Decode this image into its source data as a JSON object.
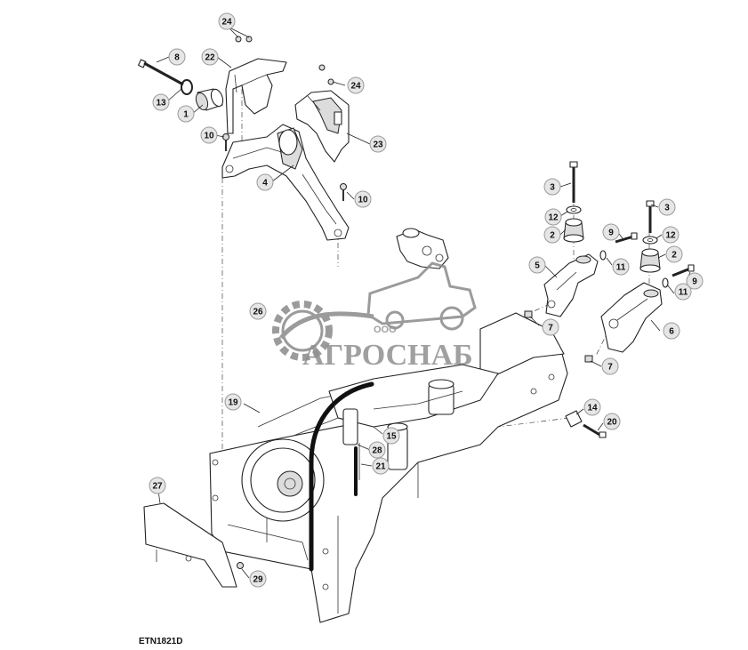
{
  "figure": {
    "code": "ETN1821D",
    "watermark": {
      "prefix": "ООО",
      "brand": "АГРОСНАБ"
    }
  },
  "callouts": [
    {
      "label": "24"
    },
    {
      "label": "8"
    },
    {
      "label": "22"
    },
    {
      "label": "24"
    },
    {
      "label": "13"
    },
    {
      "label": "1"
    },
    {
      "label": "23"
    },
    {
      "label": "10"
    },
    {
      "label": "4"
    },
    {
      "label": "10"
    },
    {
      "label": "3"
    },
    {
      "label": "12"
    },
    {
      "label": "3"
    },
    {
      "label": "2"
    },
    {
      "label": "9"
    },
    {
      "label": "12"
    },
    {
      "label": "5"
    },
    {
      "label": "11"
    },
    {
      "label": "2"
    },
    {
      "label": "11"
    },
    {
      "label": "9"
    },
    {
      "label": "26"
    },
    {
      "label": "7"
    },
    {
      "label": "6"
    },
    {
      "label": "7"
    },
    {
      "label": "19"
    },
    {
      "label": "14"
    },
    {
      "label": "20"
    },
    {
      "label": "15"
    },
    {
      "label": "28"
    },
    {
      "label": "21"
    },
    {
      "label": "27"
    },
    {
      "label": "29"
    }
  ]
}
